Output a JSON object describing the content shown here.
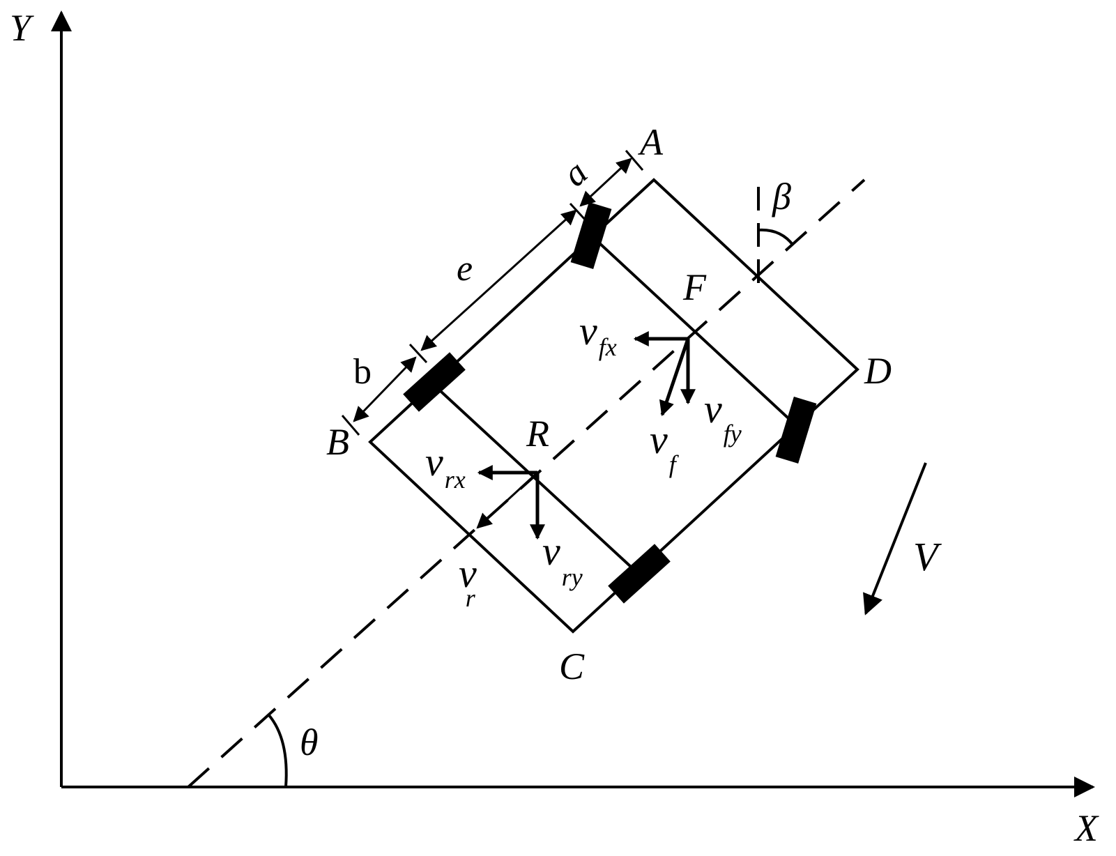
{
  "axes": {
    "x": "X",
    "y": "Y"
  },
  "angles": {
    "theta": "θ",
    "beta": "β"
  },
  "corners": {
    "a": "A",
    "b": "B",
    "c": "C",
    "d": "D"
  },
  "points": {
    "f": "F",
    "r": "R"
  },
  "dimensions": {
    "a": "a",
    "b": "b",
    "e": "e"
  },
  "velocity": {
    "big": "V",
    "v": "v",
    "f_sub": "f",
    "r_sub": "r",
    "fx_sub": "fx",
    "fy_sub": "fy",
    "rx_sub": "rx",
    "ry_sub": "ry"
  },
  "colors": {
    "ink": "#000000",
    "background": "#ffffff"
  }
}
